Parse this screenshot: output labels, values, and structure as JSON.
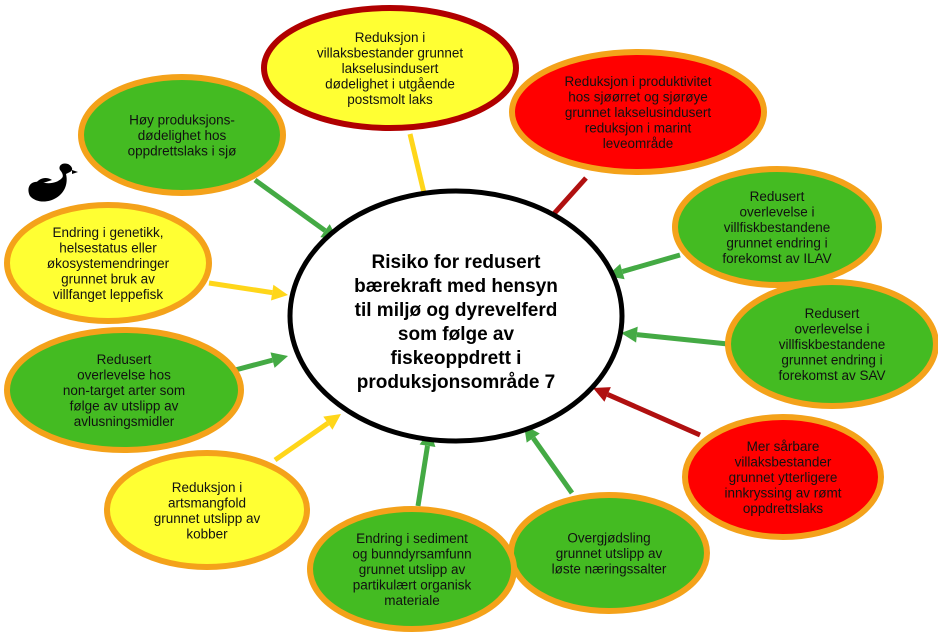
{
  "center": {
    "lines": [
      "Risiko for redusert",
      "bærekraft med hensyn",
      "til miljø og dyrevelferd",
      "som følge av",
      "fiskeoppdrett i",
      "produksjonsområde 7"
    ]
  },
  "colors": {
    "red": "#ff0000",
    "yellow": "#ffff33",
    "green": "#44bb22",
    "border_orange": "#f4a21a",
    "border_darkred": "#b00000",
    "arrow_red": "#b01010",
    "arrow_yellow": "#ffd61a",
    "arrow_green": "#44aa44"
  },
  "nodes": [
    {
      "id": "villaks-lakselus",
      "status": "yellow",
      "lines": [
        "Reduksjon i",
        "villaksbestander grunnet",
        "lakselusindusert",
        "dødelighet i utgående",
        "postsmolt laks"
      ]
    },
    {
      "id": "sjoorret-sjoroye",
      "status": "red",
      "lines": [
        "Reduksjon i produktivitet",
        "hos sjøørret og sjørøye",
        "grunnet lakselusindusert",
        "reduksjon i marint",
        "leveområde"
      ]
    },
    {
      "id": "ilav",
      "status": "green",
      "lines": [
        "Redusert",
        "overlevelse i",
        "villfiskbestandene",
        "grunnet endring i",
        "forekomst av ILAV"
      ]
    },
    {
      "id": "sav",
      "status": "green",
      "lines": [
        "Redusert",
        "overlevelse i",
        "villfiskbestandene",
        "grunnet endring i",
        "forekomst av SAV"
      ]
    },
    {
      "id": "romt-oppdrettslaks",
      "status": "red",
      "lines": [
        "Mer sårbare",
        "villaksbestander",
        "grunnet ytterligere",
        "innkryssing av rømt",
        "oppdrettslaks"
      ]
    },
    {
      "id": "overgjodsling",
      "status": "green",
      "lines": [
        "Overgjødsling",
        "grunnet utslipp av",
        "løste næringssalter"
      ]
    },
    {
      "id": "sediment",
      "status": "green",
      "lines": [
        "Endring i sediment",
        "og bunndyrsamfunn",
        "grunnet utslipp av",
        "partikulært organisk",
        "materiale"
      ]
    },
    {
      "id": "kobber",
      "status": "yellow",
      "lines": [
        "Reduksjon i",
        "artsmangfold",
        "grunnet utslipp av",
        "kobber"
      ]
    },
    {
      "id": "avlusningsmidler",
      "status": "green",
      "lines": [
        "Redusert",
        "overlevelse hos",
        "non-target arter som",
        "følge av utslipp av",
        "avlusningsmidler"
      ]
    },
    {
      "id": "leppefisk",
      "status": "yellow",
      "lines": [
        "Endring i genetikk,",
        "helsestatus  eller",
        "økosystemendringer",
        "grunnet bruk av",
        "villfanget leppefisk"
      ]
    },
    {
      "id": "produksjonsdodelighet",
      "status": "green",
      "lines": [
        "Høy produksjons-",
        "dødelighet hos",
        "oppdrettslaks i sjø"
      ]
    }
  ],
  "icons": {
    "swan": "black-swan-icon"
  }
}
